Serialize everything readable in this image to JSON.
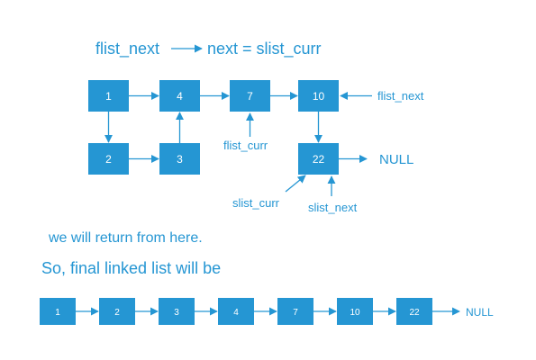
{
  "colors": {
    "accent": "#2596d3",
    "text": "#2596d3",
    "node_text": "#ffffff",
    "background": "#ffffff"
  },
  "header": {
    "left": "flist_next",
    "right": "next = slist_curr"
  },
  "top_diagram": {
    "nodes": [
      "1",
      "4",
      "7",
      "10",
      "2",
      "3",
      "22"
    ],
    "null_label": "NULL",
    "pointer_labels": {
      "flist_next": "flist_next",
      "flist_curr": "flist_curr",
      "slist_curr": "slist_curr",
      "slist_next": "slist_next"
    }
  },
  "captions": {
    "return_note": "we will return from here.",
    "final_heading": "So, final linked list will be"
  },
  "final_list": {
    "nodes": [
      "1",
      "2",
      "3",
      "4",
      "7",
      "10",
      "22"
    ],
    "null_label": "NULL"
  }
}
